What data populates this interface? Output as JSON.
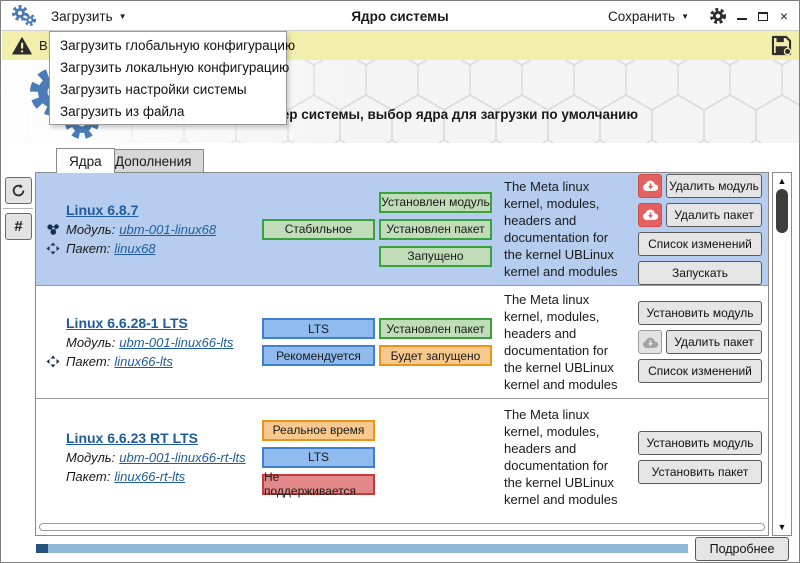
{
  "window": {
    "title": "Ядро системы",
    "load_menu": "Загрузить",
    "save_menu": "Сохранить"
  },
  "dropdown": {
    "items": [
      "Загрузить глобальную конфигурацию",
      "Загрузить локальную конфигурацию",
      "Загрузить настройки системы",
      "Загрузить из файла"
    ]
  },
  "warning_bar": {
    "visible_text_fragment": "В"
  },
  "banner": {
    "description": "Загрузка и установка ядер системы, выбор ядра для загрузки по умолчанию"
  },
  "tabs": [
    {
      "label": "Ядра",
      "active": true
    },
    {
      "label": "Дополнения",
      "active": false
    }
  ],
  "side_toolbar": {
    "hash_label": "#"
  },
  "kernels": [
    {
      "highlighted": true,
      "title": "Linux 6.8.7",
      "module_label": "Модуль:",
      "module": "ubm-001-linux68",
      "package_label": "Пакет:",
      "package": "linux68",
      "icons": {
        "module": "cluster-icon",
        "package": "package-icon"
      },
      "badges_col1": [
        {
          "label": "Стабильное",
          "type": "green"
        }
      ],
      "badges_col2": [
        {
          "label": "Установлен модуль",
          "type": "green"
        },
        {
          "label": "Установлен пакет",
          "type": "green"
        },
        {
          "label": "Запущено",
          "type": "green"
        }
      ],
      "description": "The Meta linux kernel, modules, headers and documentation for the kernel UBLinux kernel and modules",
      "actions": [
        {
          "label": "Удалить модуль",
          "icon": "cloud-red"
        },
        {
          "label": "Удалить пакет",
          "icon": "cloud-red"
        },
        {
          "label": "Список изменений"
        },
        {
          "label": "Запускать"
        }
      ]
    },
    {
      "highlighted": false,
      "title": "Linux 6.6.28-1 LTS",
      "module_label": "Модуль:",
      "module": "ubm-001-linux66-lts",
      "package_label": "Пакет:",
      "package": "linux66-lts",
      "icons": {
        "package": "package-icon"
      },
      "badges_col1": [
        {
          "label": "LTS",
          "type": "blue"
        },
        {
          "label": "Рекомендуется",
          "type": "blue"
        }
      ],
      "badges_col2": [
        {
          "label": "Установлен пакет",
          "type": "green"
        },
        {
          "label": "Будет запущено",
          "type": "orange"
        }
      ],
      "description": "The Meta linux kernel, modules, headers and documentation for the kernel UBLinux kernel and modules",
      "actions": [
        {
          "label": "Установить модуль"
        },
        {
          "label": "Удалить пакет",
          "icon": "cloud-gray"
        },
        {
          "label": "Список изменений"
        }
      ]
    },
    {
      "highlighted": false,
      "title": "Linux 6.6.23 RT LTS",
      "module_label": "Модуль:",
      "module": "ubm-001-linux66-rt-lts",
      "package_label": "Пакет:",
      "package": "linux66-rt-lts",
      "icons": {},
      "badges_col1": [
        {
          "label": "Реальное время",
          "type": "orange"
        },
        {
          "label": "LTS",
          "type": "blue"
        },
        {
          "label": "Не поддерживается",
          "type": "red"
        }
      ],
      "badges_col2": [],
      "description": "The Meta linux kernel, modules, headers and documentation for the kernel UBLinux kernel and modules",
      "actions": [
        {
          "label": "Установить модуль"
        },
        {
          "label": "Установить пакет"
        }
      ]
    }
  ],
  "footer": {
    "details_button": "Подробнее"
  },
  "colors": {
    "warning_bar": "#f2eeab",
    "selected_row": "#b6cdef",
    "badge_green_bg": "#c0dcb8",
    "badge_green_border": "#3aa23a",
    "badge_blue_bg": "#90bbee",
    "badge_blue_border": "#3f80d0",
    "badge_orange_bg": "#f7c98e",
    "badge_orange_border": "#eb9417",
    "badge_red_bg": "#e28888",
    "badge_red_border": "#c53b3b",
    "remove_icon_button": "#e36161",
    "link": "#1e5c9b",
    "progress_track": "#90b6d8",
    "progress_chunk": "#23527c",
    "brand_gear_blue": "#4b7cb8"
  }
}
